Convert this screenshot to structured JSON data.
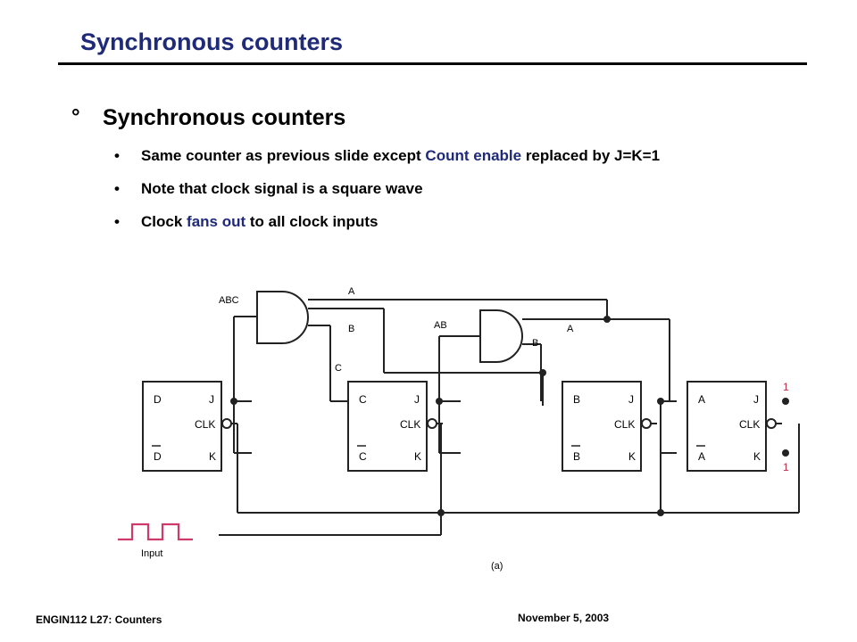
{
  "slide": {
    "title": "Synchronous counters",
    "heading_marker": "°",
    "heading": "Synchronous counters",
    "bullets": [
      {
        "marker": "•",
        "segments": [
          {
            "text": "Same counter as previous slide except ",
            "highlight": false
          },
          {
            "text": "Count enable",
            "highlight": true
          },
          {
            "text": " replaced by J=K=1",
            "highlight": false
          }
        ]
      },
      {
        "marker": "•",
        "segments": [
          {
            "text": "Note that clock signal is a square wave",
            "highlight": false
          }
        ]
      },
      {
        "marker": "•",
        "segments": [
          {
            "text": "Clock ",
            "highlight": false
          },
          {
            "text": "fans out",
            "highlight": true
          },
          {
            "text": " to all clock inputs",
            "highlight": false
          }
        ]
      }
    ]
  },
  "circuit": {
    "gate_labels": {
      "abc": "ABC",
      "ab": "AB"
    },
    "wire_labels": {
      "a_top": "A",
      "b_top": "B",
      "c_top": "C",
      "a_mid": "A",
      "b_mid": "B"
    },
    "flipflops": [
      {
        "j": "J",
        "k": "K",
        "q": "D",
        "qbar": "D",
        "clk": "CLK"
      },
      {
        "j": "J",
        "k": "K",
        "q": "C",
        "qbar": "C",
        "clk": "CLK"
      },
      {
        "j": "J",
        "k": "K",
        "q": "B",
        "qbar": "B",
        "clk": "CLK"
      },
      {
        "j": "J",
        "k": "K",
        "q": "A",
        "qbar": "A",
        "clk": "CLK"
      }
    ],
    "const_j": "1",
    "const_k": "1",
    "input_label": "Input",
    "caption": "(a)"
  },
  "footer": {
    "left": "ENGIN112  L27: Counters",
    "right": "November  5, 2003"
  },
  "colors": {
    "title": "#1f2a78",
    "highlight": "#1f2a78",
    "constant_one": "#c0304a",
    "input_wave": "#d03a6a",
    "wire": "#222222"
  }
}
